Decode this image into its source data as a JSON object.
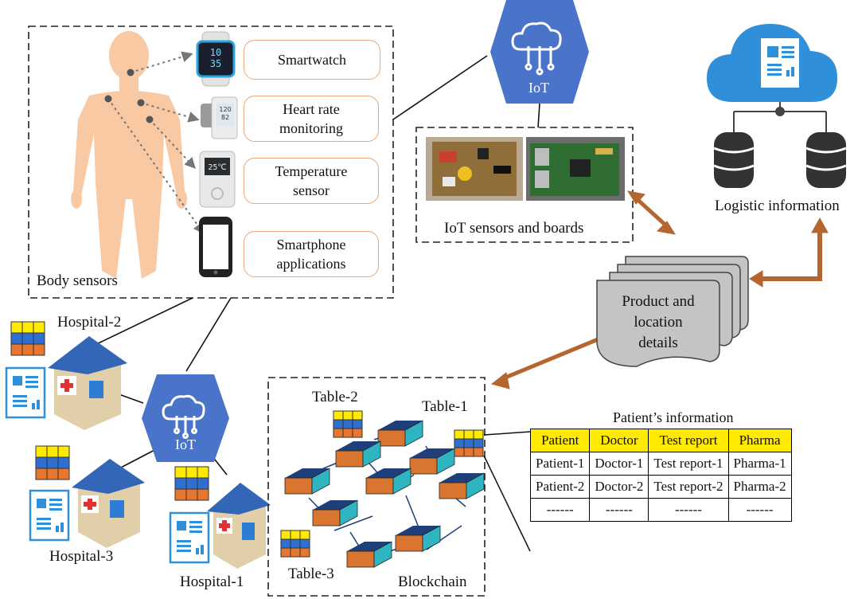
{
  "body_sensors": {
    "section_label": "Body sensors",
    "devices": [
      {
        "label": "Smartwatch",
        "icon": "smartwatch-icon"
      },
      {
        "label": "Heart rate monitoring",
        "icon": "heart-rate-monitor-icon"
      },
      {
        "label": "Temperature sensor",
        "icon": "thermometer-icon"
      },
      {
        "label": "Smartphone applications",
        "icon": "smartphone-icon"
      }
    ],
    "watch_time": [
      "10",
      "35"
    ],
    "bp_readings": [
      "120",
      "82"
    ],
    "temperature": "25℃"
  },
  "iot_top": {
    "label": "IoT"
  },
  "iot_bottom": {
    "label": "IoT"
  },
  "iot_boards": {
    "label": "IoT sensors and boards"
  },
  "logistic": {
    "label": "Logistic information"
  },
  "product": {
    "lines": [
      "Product and",
      "location",
      "details"
    ]
  },
  "hospitals": [
    "Hospital-2",
    "Hospital-3",
    "Hospital-1"
  ],
  "blockchain": {
    "label": "Blockchain",
    "tables": [
      "Table-2",
      "Table-1",
      "Table-3"
    ]
  },
  "patient_info": {
    "title": "Patient’s information",
    "headers": [
      "Patient",
      "Doctor",
      "Test report",
      "Pharma"
    ],
    "rows": [
      [
        "Patient-1",
        "Doctor-1",
        "Test report-1",
        "Pharma-1"
      ],
      [
        "Patient-2",
        "Doctor-2",
        "Test report-2",
        "Pharma-2"
      ],
      [
        "------",
        "------",
        "------",
        "------"
      ]
    ]
  },
  "colors": {
    "iot_hex": "#4a74c9",
    "arrow": "#b5652e",
    "block_orange": "#d9752e",
    "block_teal": "#2fb5c2",
    "table_yellow": "#ffea00",
    "cloud_blue": "#2f8fd9",
    "skin": "#f9c9a4"
  }
}
